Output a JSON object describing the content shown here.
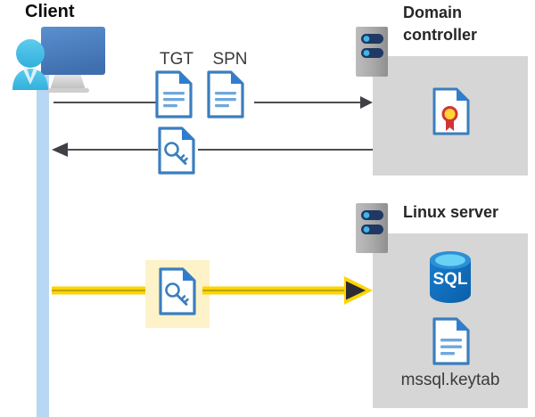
{
  "diagram": {
    "type": "sequence-diagram",
    "title_implied": "Kerberos authentication to SQL Server on Linux",
    "background": "#ffffff"
  },
  "colors": {
    "lifeline_blue": "#b7d7f4",
    "panel_gray": "#d6d6d6",
    "server_gray": "#a6a6a6",
    "server_dark_navy": "#1f3864",
    "server_dot_blue": "#41b6e6",
    "doc_blue": "#3a7ebf",
    "doc_fold_blue": "#2f7dd1",
    "arrow_gray": "#4d4d4d",
    "arrow_yellow": "#ffd400",
    "highlight_yellow": "#fdf2c8",
    "sql_blue": "#0f6cbd",
    "sql_top_blue": "#50c2f0",
    "cert_red": "#d13438",
    "cert_gold": "#ffd633",
    "person_cyan": "#41b6e6",
    "monitor_blue": "#4a7ebb",
    "text_dark": "#262626",
    "text_body": "#3b3b3b"
  },
  "actors": {
    "client": {
      "label": "Client",
      "icon": "user-at-computer-icon"
    },
    "domain_controller": {
      "label": "Domain\ncontroller",
      "label_line1": "Domain",
      "label_line2": "controller",
      "icon": "server-rack-icon",
      "contents": [
        {
          "name": "certificate-document-icon",
          "label": ""
        }
      ]
    },
    "linux_server": {
      "label": "Linux server",
      "icon": "server-rack-icon",
      "contents": [
        {
          "name": "sql-database-icon",
          "label": "SQL"
        },
        {
          "name": "keytab-document-icon",
          "label": "mssql.keytab"
        }
      ]
    }
  },
  "messages": [
    {
      "id": "msg-1",
      "direction": "client-to-domain-controller",
      "style": "solid-gray-arrow",
      "artifacts": [
        {
          "name": "tgt-document-icon",
          "label": "TGT"
        },
        {
          "name": "spn-document-icon",
          "label": "SPN"
        }
      ]
    },
    {
      "id": "msg-2",
      "direction": "domain-controller-to-client",
      "style": "solid-gray-arrow",
      "artifacts": [
        {
          "name": "service-ticket-key-document-icon",
          "label": ""
        }
      ]
    },
    {
      "id": "msg-3",
      "direction": "client-to-linux-server",
      "style": "thick-yellow-arrow",
      "highlighted": true,
      "artifacts": [
        {
          "name": "service-ticket-key-document-icon",
          "label": ""
        }
      ]
    }
  ],
  "labels": {
    "tgt": "TGT",
    "spn": "SPN",
    "client": "Client",
    "domain_controller_line1": "Domain",
    "domain_controller_line2": "controller",
    "linux_server": "Linux server",
    "keytab_file": "mssql.keytab",
    "sql": "SQL"
  }
}
